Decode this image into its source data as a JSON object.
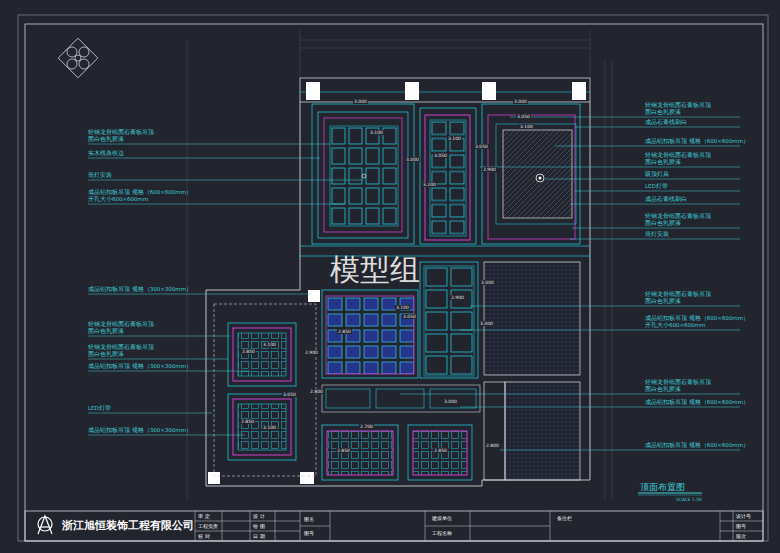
{
  "diagram": {
    "title": "顶面布置图",
    "labels": [
      "轻钢龙骨纸面石膏板吊顶",
      "面白色乳胶漆",
      "实木线条收边",
      "筒灯安装",
      "成品铝扣板吊顶 规格（600×600mm）",
      "开孔大小600×600mm",
      "成品铝扣板吊顶 规格（300×300mm）",
      "轻钢龙骨纸面石膏板吊顶",
      "面白色乳胶漆",
      "轻钢龙骨纸面石膏板吊顶",
      "面白色乳胶漆",
      "成品铝扣板吊顶 规格（300×300mm）",
      "LED灯带",
      "成品铝扣板吊顶 规格（300×300mm）",
      "轻钢龙骨纸面石膏板吊顶",
      "面白色乳胶漆",
      "成品石膏线刷白",
      "成品铝扣板吊顶 规格（600×600mm）",
      "轻钢龙骨纸面石膏板吊顶",
      "面白色乳胶漆",
      "吸顶灯具",
      "LED灯带",
      "成品石膏线刷白",
      "轻钢龙骨纸面石膏板吊顶",
      "面白色乳胶漆",
      "筒灯安装",
      "轻钢龙骨纸面石膏板吊顶",
      "面白色乳胶漆",
      "成品铝扣板吊顶 规格（600×600mm）",
      "开孔大小600×600mm",
      "轻钢龙骨纸面石膏板吊顶",
      "面白色乳胶漆",
      "成品铝扣板吊顶 规格（600×600mm）",
      "成品铝扣板吊顶 规格（600×600mm）",
      "3.000",
      "3.000",
      "3.100",
      "3.000",
      "3.050",
      "3.100",
      "3.050",
      "3.200",
      "2.900",
      "3.050",
      "3.100",
      "2.900",
      "3.000",
      "3.100",
      "3.050",
      "2.850",
      "3.100",
      "2.850",
      "2.900",
      "3.050",
      "2.800",
      "3.100",
      "2.850",
      "2.700",
      "2.850",
      "2.850",
      "2.800",
      "3.000",
      "3.000",
      "模型组",
      "SCALE 1:50",
      "浙江旭恒装饰工程有限公司",
      "审 定",
      "工程负责",
      "校 对",
      "设 计",
      "绘 图",
      "日 期",
      "图名",
      "图号",
      "建设单位",
      "工程名称",
      "备注栏",
      "设计号",
      "图号",
      "版次"
    ]
  }
}
